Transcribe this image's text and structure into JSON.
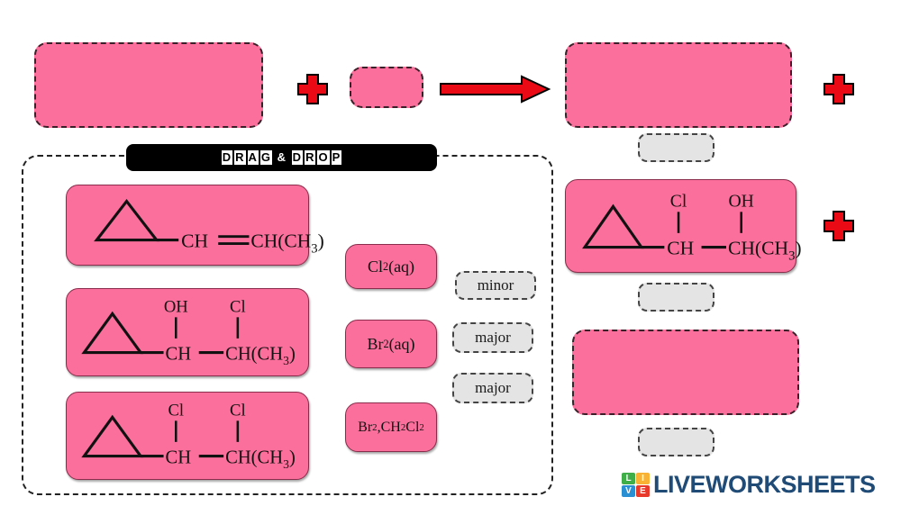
{
  "worksheet": {
    "banner_label": "DRAG & DROP",
    "banner_letters": [
      "D",
      "R",
      "A",
      "G",
      "&",
      "D",
      "R",
      "O",
      "P"
    ]
  },
  "colors": {
    "card_pink": "#fb6f9c",
    "blank_gray": "#e4e4e4",
    "arrow_red": "#ea0a16",
    "plus_red": "#ea0a16",
    "banner_black": "#000000",
    "logo_navy": "#1f4b76",
    "logo_tile_l": "#3fae49",
    "logo_tile_i": "#f9b233",
    "logo_tile_v": "#2b8fd4",
    "logo_tile_e": "#e8392b"
  },
  "equation": {
    "reactant_slot_1": "",
    "plus_1": "+",
    "reactant_slot_2": "",
    "arrow": "→",
    "product_slot_1": "",
    "plus_2": "+",
    "product_slot_3": "",
    "blank_1": "",
    "blank_2": "",
    "blank_3": "",
    "plus_3": "+"
  },
  "drag_items": {
    "molecules": [
      {
        "id": "alkene",
        "name": "cyclopropyl-CH=CH(CH3)",
        "ring": "cyclopropane",
        "chain": [
          {
            "label": "CH",
            "substituent": ""
          },
          {
            "label": "CH(CH",
            "sub": "3",
            "close": ")",
            "substituent": ""
          }
        ],
        "bond": "double",
        "text_left": "CH",
        "text_right_main": "CH(CH",
        "text_right_sub": "3",
        "text_right_tail": ")",
        "sub_left": "",
        "sub_right": ""
      },
      {
        "id": "chlorohydrin-oh-cl",
        "name": "cyclopropyl-CH(OH)-CH(Cl)(CH3)",
        "ring": "cyclopropane",
        "bond": "single",
        "text_left": "CH",
        "text_right_main": "CH(CH",
        "text_right_sub": "3",
        "text_right_tail": ")",
        "sub_left": "OH",
        "sub_right": "Cl"
      },
      {
        "id": "dichloride",
        "name": "cyclopropyl-CH(Cl)-CH(Cl)(CH3)",
        "ring": "cyclopropane",
        "bond": "single",
        "text_left": "CH",
        "text_right_main": "CH(CH",
        "text_right_sub": "3",
        "text_right_tail": ")",
        "sub_left": "Cl",
        "sub_right": "Cl"
      }
    ],
    "reagents": [
      {
        "id": "cl2-aq",
        "main": "Cl",
        "sub": "2",
        "tail": " (aq)"
      },
      {
        "id": "br2-aq",
        "main": "Br",
        "sub": "2",
        "tail": " (aq)"
      },
      {
        "id": "br2-dcm",
        "main": "Br",
        "sub": "2",
        "tail": ",CH",
        "sub2": "2",
        "tail2": "Cl",
        "sub3": "2"
      }
    ],
    "ratio_labels": [
      {
        "id": "minor-1",
        "text": "minor"
      },
      {
        "id": "major-1",
        "text": "major"
      },
      {
        "id": "major-2",
        "text": "major"
      }
    ]
  },
  "answers": {
    "placed_molecule": {
      "id": "chlorohydrin-cl-oh",
      "name": "cyclopropyl-CH(Cl)-CH(OH)(CH3)",
      "ring": "cyclopropane",
      "bond": "single",
      "text_left": "CH",
      "text_right_main": "CH(CH",
      "text_right_sub": "3",
      "text_right_tail": ")",
      "sub_left": "Cl",
      "sub_right": "OH"
    }
  },
  "footer": {
    "logo_tiles": [
      "L",
      "I",
      "V",
      "E"
    ],
    "wordmark": "LIVEWORKSHEETS"
  }
}
